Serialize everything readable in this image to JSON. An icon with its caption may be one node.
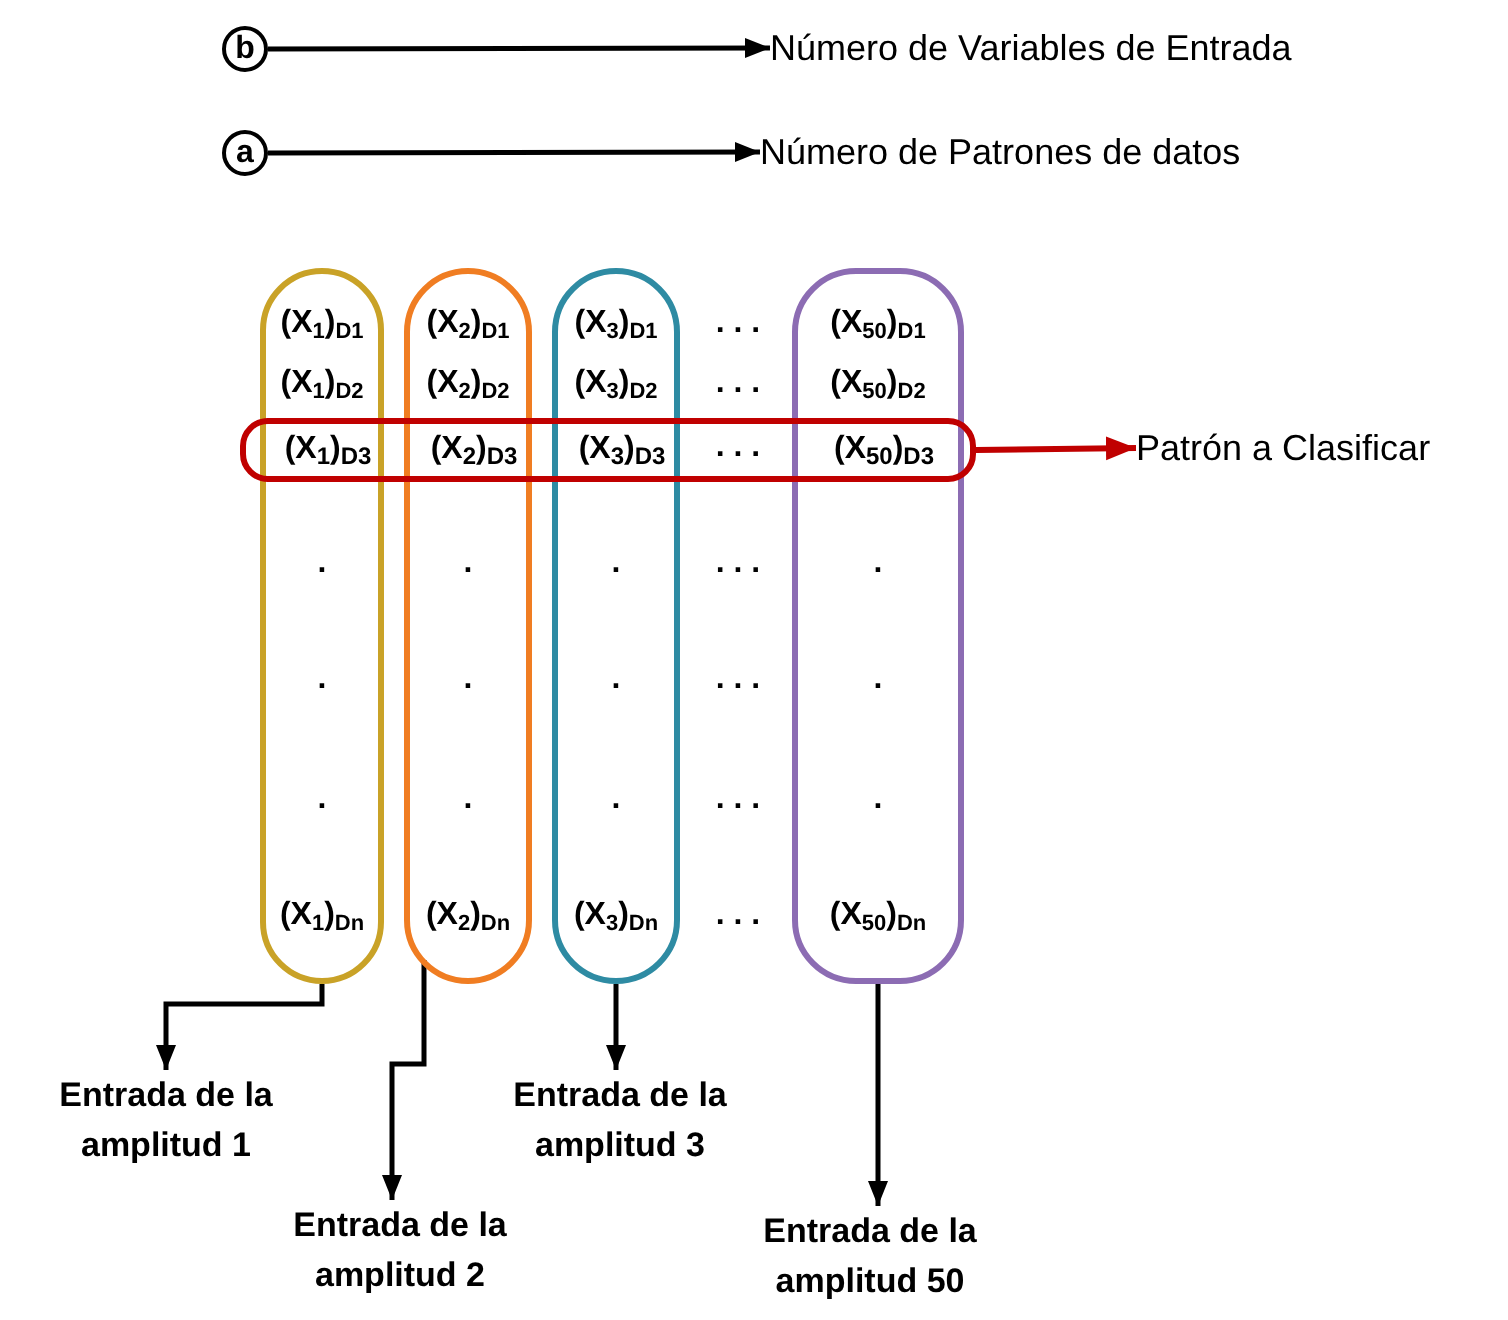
{
  "diagram": {
    "nodes": [
      {
        "text": [
          "b"
        ]
      },
      {
        "text": [
          "Número de Variables de Entrada"
        ]
      },
      {
        "text": [
          "a"
        ]
      },
      {
        "text": [
          "Número de Patrones de datos"
        ]
      },
      {
        "text": [
          "(X$_{1}$)$_{D1}$",
          "(X$_{1}$)$_{D2}$",
          ".",
          ".",
          ".",
          "(X$_{1}$)$_{Dn}$"
        ]
      },
      {
        "text": [
          "(X$_{2}$)$_{D1}$",
          "(X$_{2}$)$_{D2}$",
          ".",
          ".",
          ".",
          "(X$_{2}$)$_{Dn}$"
        ]
      },
      {
        "text": [
          "(X$_{3}$)$_{D1}$",
          "(X$_{3}$)$_{D2}$",
          ".",
          ".",
          ".",
          "(X$_{3}$)$_{Dn}$"
        ]
      },
      {
        "text": [
          "(X$_{50}$)$_{D1}$",
          "(X$_{50}$)$_{D2}$",
          ".",
          ".",
          ".",
          "(X$_{50}$)$_{Dn}$"
        ]
      },
      {
        "text": [
          "(X$_{1}$)$_{D3}$",
          "(X$_{2}$)$_{D3}$",
          "(X$_{3}$)$_{D3}$",
          "(X$_{50}$)$_{D3}$"
        ]
      },
      {
        "text": [
          "Patrón a Clasificar"
        ]
      },
      {
        "text": [
          "Entrada de la amplitud 1"
        ]
      },
      {
        "text": [
          "Entrada de la amplitud 2"
        ]
      },
      {
        "text": [
          "Entrada de la amplitud 3"
        ]
      },
      {
        "text": [
          "Entrada de la amplitud 50"
        ]
      }
    ],
    "edges": [
      {
        "from": 0,
        "to": 1,
        "arrow": "to"
      },
      {
        "from": 2,
        "to": 3,
        "arrow": "to"
      },
      {
        "from": 8,
        "to": 9,
        "arrow": "to",
        "color": "#c00000"
      },
      {
        "from": 4,
        "to": 10,
        "arrow": "to"
      },
      {
        "from": 5,
        "to": 11,
        "arrow": "to"
      },
      {
        "from": 6,
        "to": 12,
        "arrow": "to"
      },
      {
        "from": 7,
        "to": 13,
        "arrow": "to"
      }
    ],
    "labels": [
      ". . .",
      ". . .",
      ". . .",
      ". . .",
      ". . .",
      ". . .",
      ". . ."
    ]
  }
}
